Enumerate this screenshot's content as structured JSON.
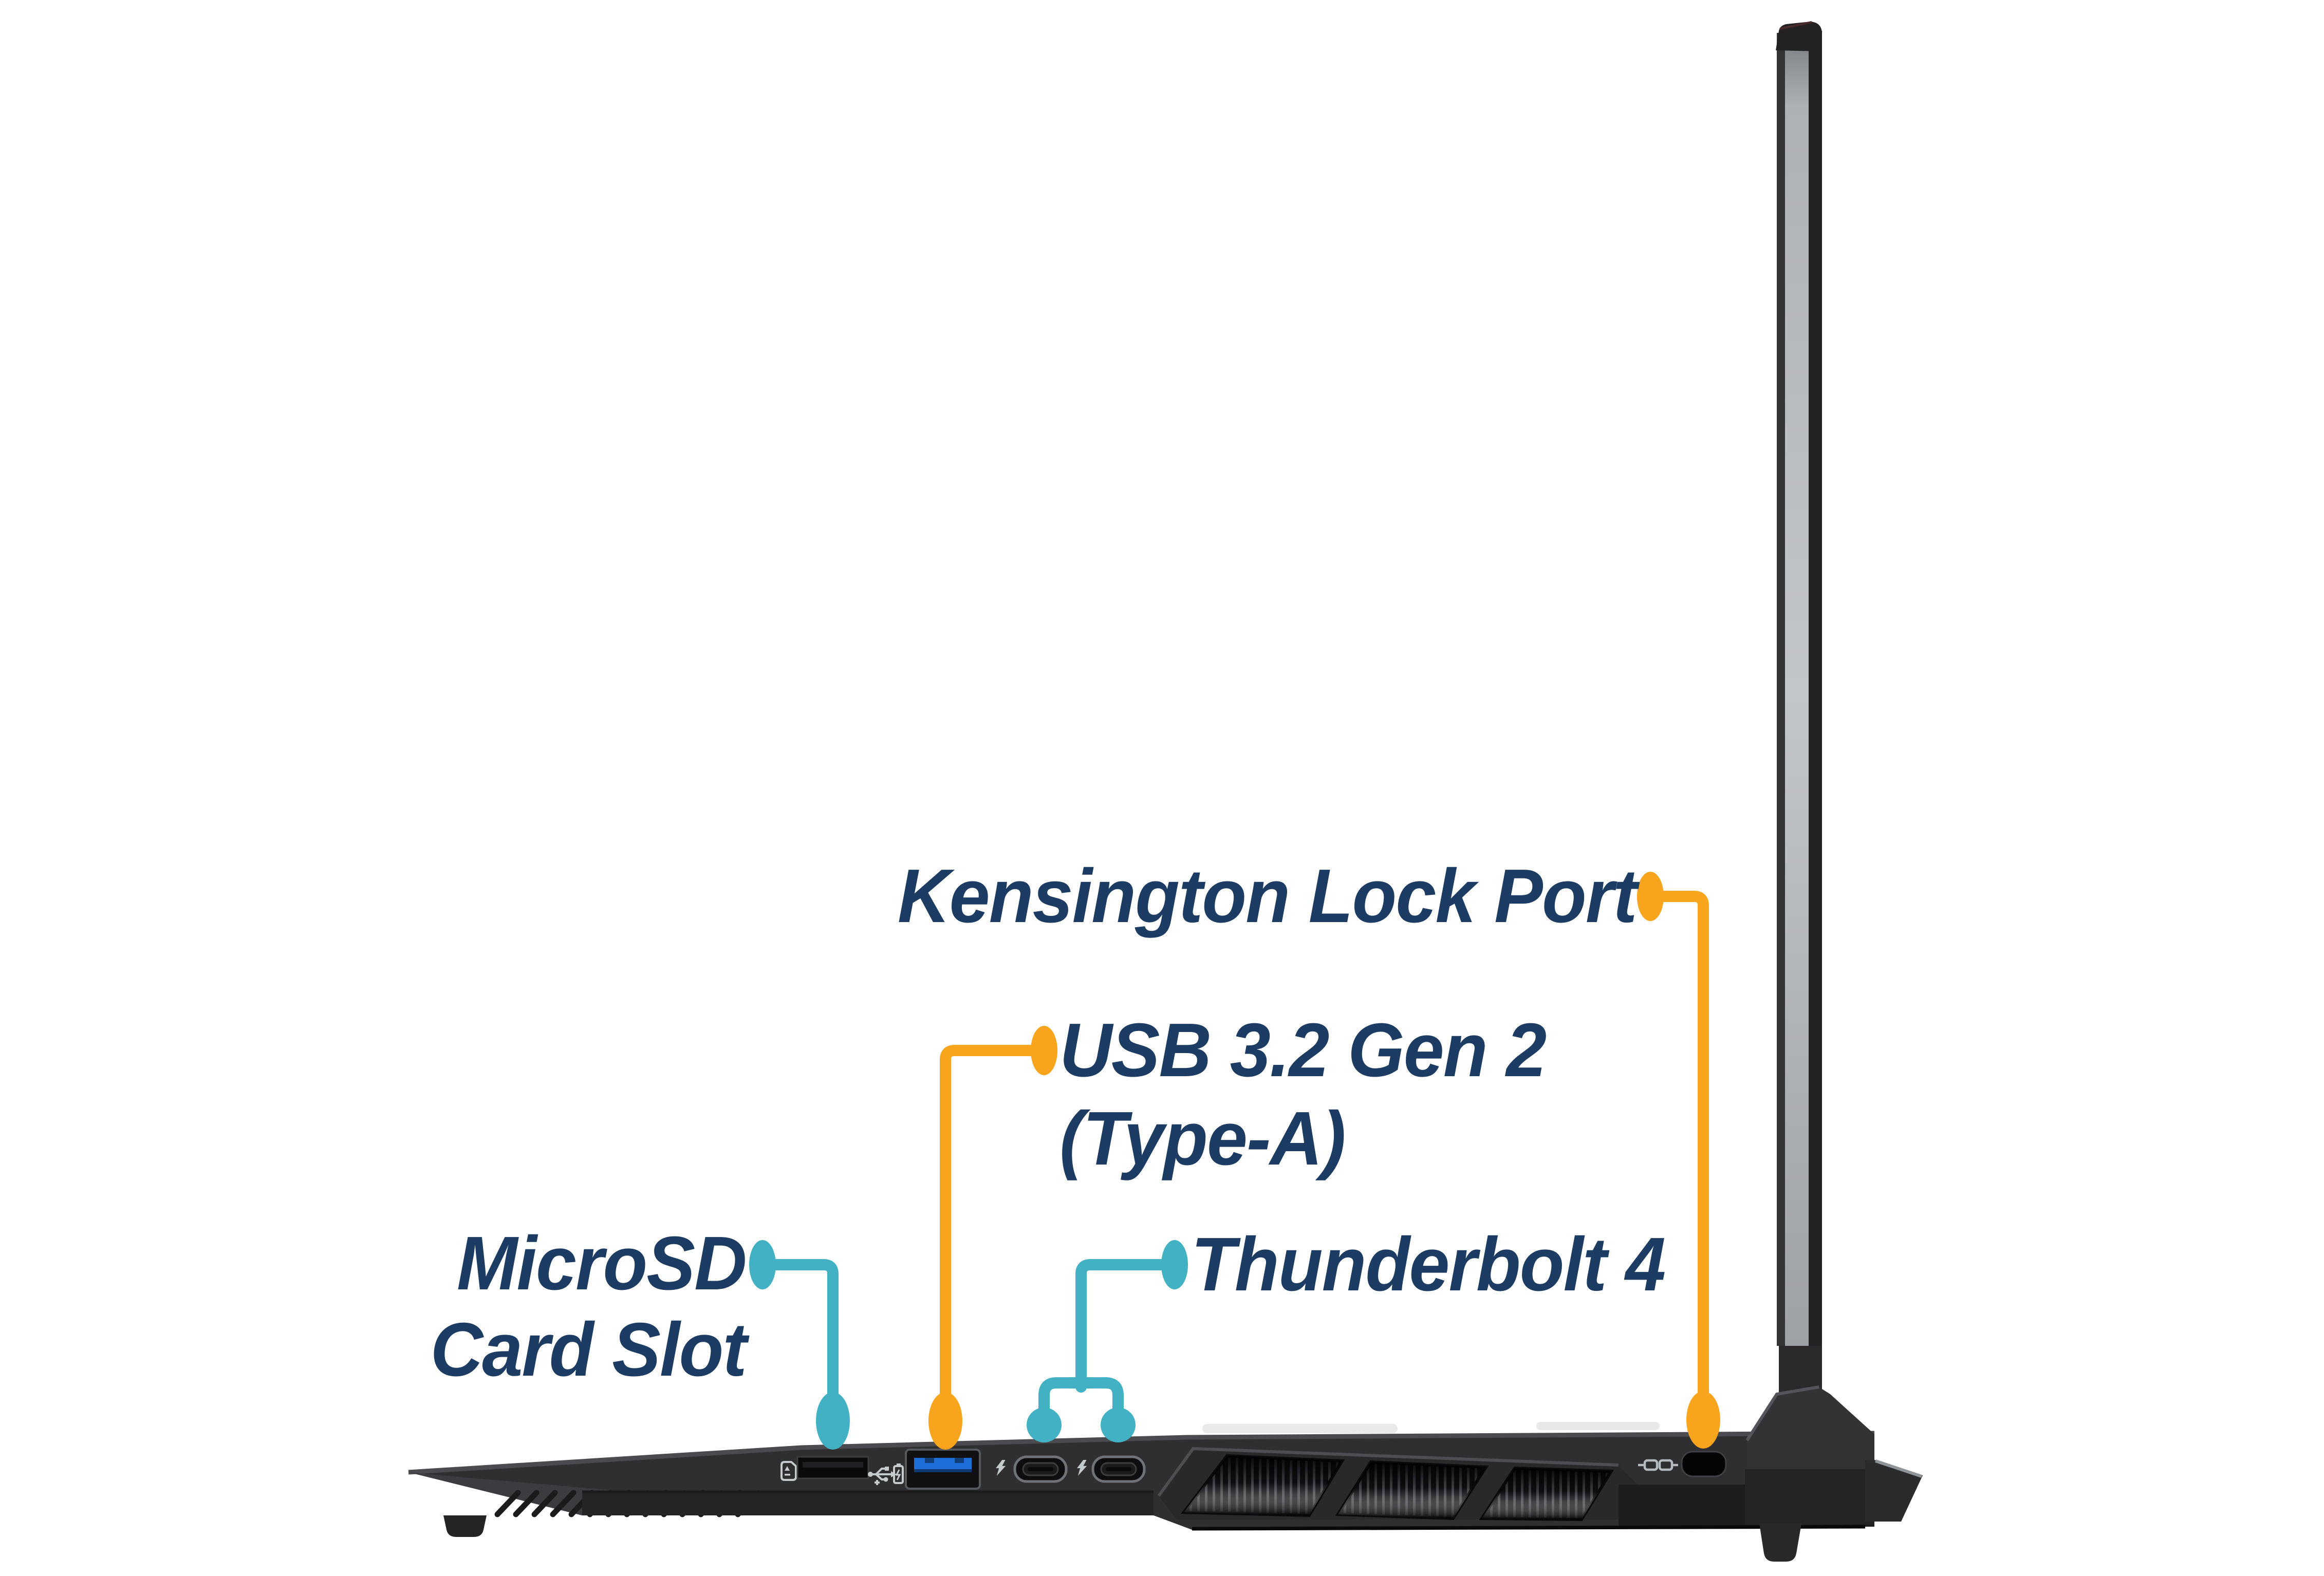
{
  "title": "Laptop right-side port identification diagram",
  "colors": {
    "background": "#FFFFFF",
    "label_navy": "#1D3C63",
    "accent_orange": "#F8A41C",
    "accent_teal": "#41B1C3",
    "usb_port_blue": "#1E6FD9",
    "body_dark": "#2F2F32",
    "icon_gray": "#C5CACD"
  },
  "callouts": [
    {
      "id": "kensington",
      "label": "Kensington Lock Port",
      "color": "orange",
      "target": "kensington-lock-slot"
    },
    {
      "id": "usb-a",
      "label_line1": "USB 3.2 Gen 2",
      "label_line2": "(Type-A)",
      "color": "orange",
      "target": "usb-a-port"
    },
    {
      "id": "microsd",
      "label_line1": "MicroSD",
      "label_line2": "Card Slot",
      "color": "teal",
      "target": "microsd-slot"
    },
    {
      "id": "thunderbolt",
      "label": "Thunderbolt 4",
      "color": "teal",
      "targets": [
        "thunderbolt-port-1",
        "thunderbolt-port-2"
      ]
    }
  ],
  "device": {
    "description": "Gaming laptop shown in right-side profile with lid open upright",
    "ports_left_to_right": [
      "microsd-card-slot",
      "usb-3.2-gen-2-type-a-port",
      "thunderbolt-4-port-1",
      "thunderbolt-4-port-2",
      "exhaust-vents",
      "kensington-lock-slot"
    ],
    "icons": [
      "microsd-card-icon",
      "usb-charge-icon",
      "thunderbolt-bolt-icon",
      "thunderbolt-bolt-icon",
      "kensington-lock-icon"
    ]
  }
}
